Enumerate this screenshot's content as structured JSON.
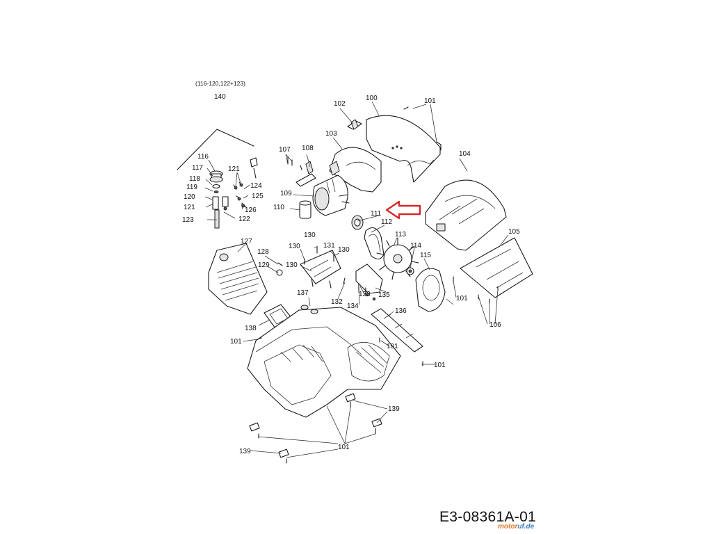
{
  "drawing_code": "E3-08361A-01",
  "watermark": "motoruf.de",
  "kit_note": "(116-120,122+123)",
  "highlight": {
    "color": "#d9262c",
    "target_label": "111"
  },
  "labels": [
    {
      "id": "l140",
      "text": "140"
    },
    {
      "id": "l100",
      "text": "100"
    },
    {
      "id": "l101a",
      "text": "101"
    },
    {
      "id": "l102",
      "text": "102"
    },
    {
      "id": "l103",
      "text": "103"
    },
    {
      "id": "l104",
      "text": "104"
    },
    {
      "id": "l105",
      "text": "105"
    },
    {
      "id": "l106",
      "text": "106"
    },
    {
      "id": "l107",
      "text": "107"
    },
    {
      "id": "l108",
      "text": "108"
    },
    {
      "id": "l109",
      "text": "109"
    },
    {
      "id": "l110",
      "text": "110"
    },
    {
      "id": "l111",
      "text": "111"
    },
    {
      "id": "l112",
      "text": "112"
    },
    {
      "id": "l113",
      "text": "113"
    },
    {
      "id": "l114",
      "text": "114"
    },
    {
      "id": "l115",
      "text": "115"
    },
    {
      "id": "l116",
      "text": "116"
    },
    {
      "id": "l117",
      "text": "117"
    },
    {
      "id": "l118",
      "text": "118"
    },
    {
      "id": "l119",
      "text": "119"
    },
    {
      "id": "l120",
      "text": "120"
    },
    {
      "id": "l121a",
      "text": "121"
    },
    {
      "id": "l121b",
      "text": "121"
    },
    {
      "id": "l122",
      "text": "122"
    },
    {
      "id": "l123",
      "text": "123"
    },
    {
      "id": "l124",
      "text": "124"
    },
    {
      "id": "l125",
      "text": "125"
    },
    {
      "id": "l126",
      "text": "126"
    },
    {
      "id": "l127",
      "text": "127"
    },
    {
      "id": "l128",
      "text": "128"
    },
    {
      "id": "l129",
      "text": "129"
    },
    {
      "id": "l130a",
      "text": "130"
    },
    {
      "id": "l130b",
      "text": "130"
    },
    {
      "id": "l130c",
      "text": "130"
    },
    {
      "id": "l130d",
      "text": "130"
    },
    {
      "id": "l131",
      "text": "131"
    },
    {
      "id": "l132",
      "text": "132"
    },
    {
      "id": "l133",
      "text": "133"
    },
    {
      "id": "l134",
      "text": "134"
    },
    {
      "id": "l135",
      "text": "135"
    },
    {
      "id": "l136",
      "text": "136"
    },
    {
      "id": "l137",
      "text": "137"
    },
    {
      "id": "l138",
      "text": "138"
    },
    {
      "id": "l139a",
      "text": "139"
    },
    {
      "id": "l139b",
      "text": "139"
    },
    {
      "id": "l101b",
      "text": "101"
    },
    {
      "id": "l101c",
      "text": "101"
    },
    {
      "id": "l101d",
      "text": "101"
    },
    {
      "id": "l101e",
      "text": "101"
    },
    {
      "id": "l101f",
      "text": "101"
    }
  ]
}
